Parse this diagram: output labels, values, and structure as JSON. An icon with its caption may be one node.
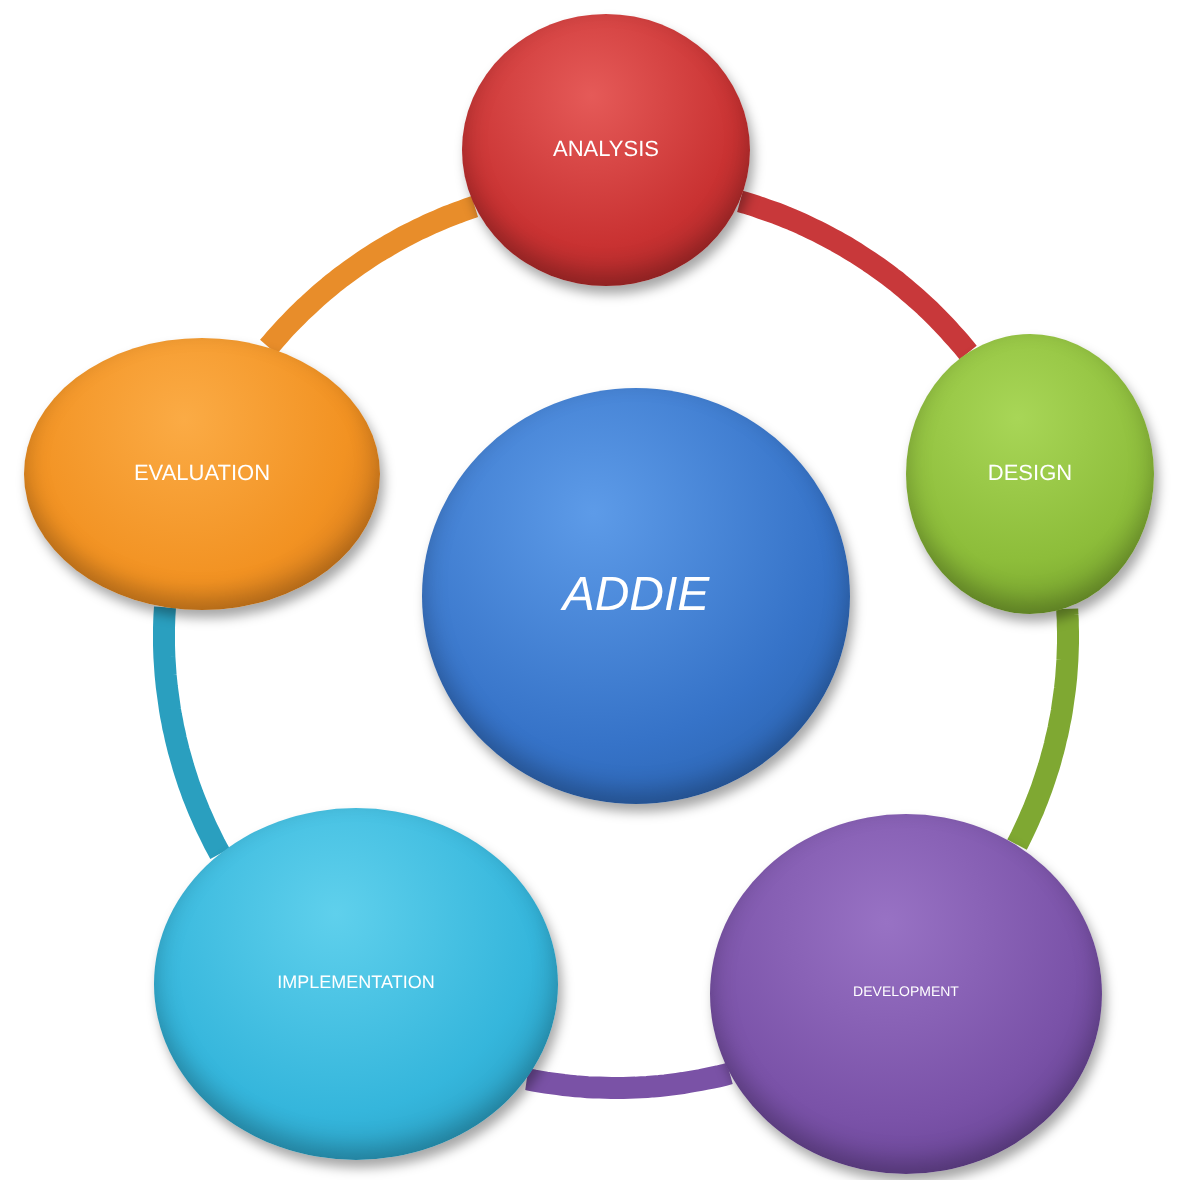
{
  "diagram": {
    "nodes": [
      {
        "text": [
          "ADDIE"
        ]
      },
      {
        "text": [
          "ANALYSIS"
        ]
      },
      {
        "text": [
          "DESIGN"
        ]
      },
      {
        "text": [
          "DEVELOPMENT"
        ]
      },
      {
        "text": [
          "IMPLEMENTATION"
        ]
      },
      {
        "text": [
          "EVALUATION"
        ]
      }
    ],
    "edges": [
      {
        "from": 1,
        "to": 2,
        "arrow": "none",
        "color": "#c8383a"
      },
      {
        "from": 2,
        "to": 3,
        "arrow": "none",
        "color": "#7fa832"
      },
      {
        "from": 3,
        "to": 4,
        "arrow": "none",
        "color": "#7a52a6"
      },
      {
        "from": 4,
        "to": 5,
        "arrow": "none",
        "color": "#2a9fbf"
      },
      {
        "from": 5,
        "to": 1,
        "arrow": "none",
        "color": "#e88d2a"
      }
    ]
  }
}
